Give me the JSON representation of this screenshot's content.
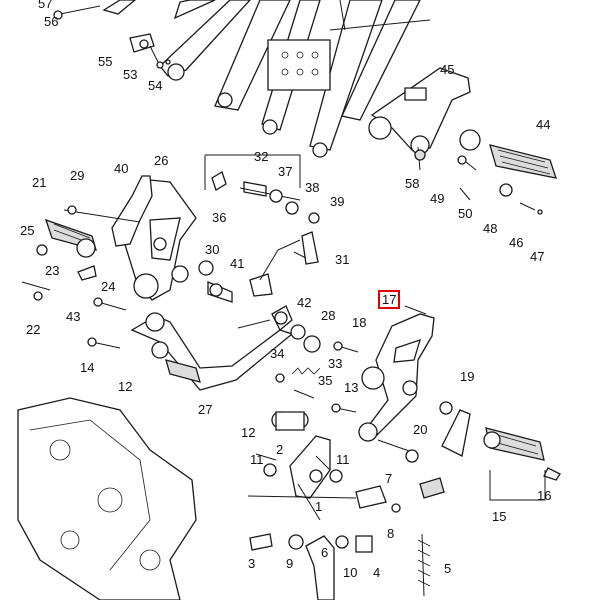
{
  "diagram": {
    "highlight_color": "#e00000",
    "parts": [
      {
        "id": "p57",
        "label": "57"
      },
      {
        "id": "p56",
        "label": "56"
      },
      {
        "id": "p55",
        "label": "55"
      },
      {
        "id": "p53",
        "label": "53"
      },
      {
        "id": "p54",
        "label": "54"
      },
      {
        "id": "p45",
        "label": "45"
      },
      {
        "id": "p44",
        "label": "44"
      },
      {
        "id": "p58",
        "label": "58"
      },
      {
        "id": "p49",
        "label": "49"
      },
      {
        "id": "p50",
        "label": "50"
      },
      {
        "id": "p48",
        "label": "48"
      },
      {
        "id": "p46",
        "label": "46"
      },
      {
        "id": "p47",
        "label": "47"
      },
      {
        "id": "p40",
        "label": "40"
      },
      {
        "id": "p26",
        "label": "26"
      },
      {
        "id": "p32",
        "label": "32"
      },
      {
        "id": "p37",
        "label": "37"
      },
      {
        "id": "p38",
        "label": "38"
      },
      {
        "id": "p39",
        "label": "39"
      },
      {
        "id": "p29",
        "label": "29"
      },
      {
        "id": "p21",
        "label": "21"
      },
      {
        "id": "p36",
        "label": "36"
      },
      {
        "id": "p25",
        "label": "25"
      },
      {
        "id": "p30",
        "label": "30"
      },
      {
        "id": "p41",
        "label": "41"
      },
      {
        "id": "p31",
        "label": "31"
      },
      {
        "id": "p23",
        "label": "23"
      },
      {
        "id": "p24",
        "label": "24"
      },
      {
        "id": "p22",
        "label": "22"
      },
      {
        "id": "p43",
        "label": "43"
      },
      {
        "id": "p42",
        "label": "42"
      },
      {
        "id": "p28",
        "label": "28"
      },
      {
        "id": "p17",
        "label": "17",
        "highlighted": true
      },
      {
        "id": "p18",
        "label": "18"
      },
      {
        "id": "p14",
        "label": "14"
      },
      {
        "id": "p34",
        "label": "34"
      },
      {
        "id": "p33",
        "label": "33"
      },
      {
        "id": "p35",
        "label": "35"
      },
      {
        "id": "p13",
        "label": "13"
      },
      {
        "id": "p19",
        "label": "19"
      },
      {
        "id": "p12a",
        "label": "12"
      },
      {
        "id": "p27",
        "label": "27"
      },
      {
        "id": "p12b",
        "label": "12"
      },
      {
        "id": "p2",
        "label": "2"
      },
      {
        "id": "p20",
        "label": "20"
      },
      {
        "id": "p11a",
        "label": "11"
      },
      {
        "id": "p11b",
        "label": "11"
      },
      {
        "id": "p7",
        "label": "7"
      },
      {
        "id": "p16",
        "label": "16"
      },
      {
        "id": "p1",
        "label": "1"
      },
      {
        "id": "p15",
        "label": "15"
      },
      {
        "id": "p8",
        "label": "8"
      },
      {
        "id": "p3",
        "label": "3"
      },
      {
        "id": "p9",
        "label": "9"
      },
      {
        "id": "p6",
        "label": "6"
      },
      {
        "id": "p10",
        "label": "10"
      },
      {
        "id": "p4",
        "label": "4"
      },
      {
        "id": "p5",
        "label": "5"
      }
    ]
  }
}
